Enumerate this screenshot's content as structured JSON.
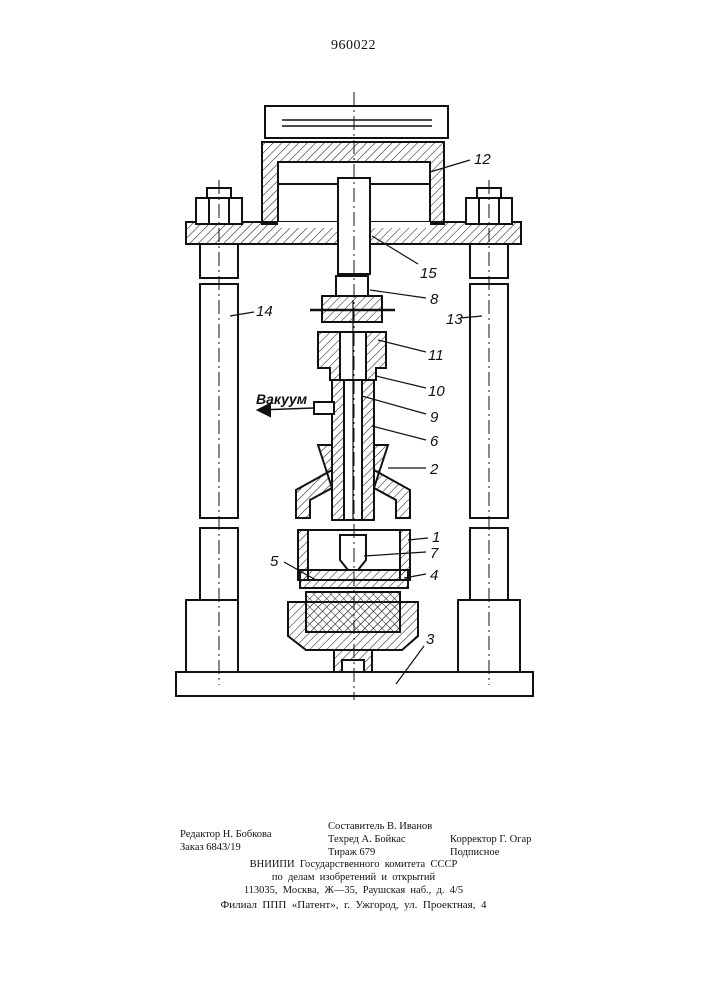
{
  "patent_number": "960022",
  "drawing": {
    "vacuum_label": "Вакуум",
    "callouts": [
      "12",
      "15",
      "8",
      "11",
      "10",
      "9",
      "6",
      "2",
      "1",
      "7",
      "4",
      "5",
      "3",
      "14",
      "13"
    ]
  },
  "imprint": {
    "editor": "Редактор Н. Бобкова",
    "order": "Заказ 6843/19",
    "compiler": "Составитель В. Иванов",
    "techred": "Техред А. Бойкас",
    "circulation": "Тираж 679",
    "corrector": "Корректор Г. Огар",
    "subscription": "Подписное",
    "org_line1": "ВНИИПИ  Государственного  комитета  СССР",
    "org_line2": "по  делам  изобретений  и  открытий",
    "address": "113035,  Москва,  Ж—35,  Раушская  наб.,  д.  4/5",
    "branch": "Филиал  ППП  «Патент»,  г.  Ужгород,  ул.  Проектная,  4"
  }
}
